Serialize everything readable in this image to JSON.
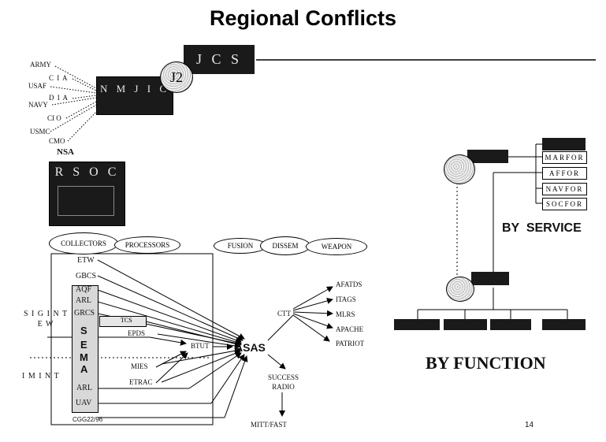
{
  "title": "Regional Conflicts",
  "jcs": "J C S",
  "j2": "J2",
  "nmjic": "N M J I C",
  "agencies": [
    "ARMY",
    "C I A",
    "USAF",
    "D I A",
    "NAVY",
    "CI O",
    "USMC",
    "CMO"
  ],
  "nsa": "NSA",
  "rsoc": "R S O C",
  "service_components": [
    "MARFOR",
    "AFFOR",
    "NAVFOR",
    "SOCFOR"
  ],
  "by_service": "BY  SERVICE",
  "by_function": "BY FUNCTION",
  "pipeline_ovals": [
    "COLLECTORS",
    "PROCESSORS",
    "FUSION",
    "DISSEM",
    "WEAPON"
  ],
  "disciplines": [
    "S I G I N T\nE W",
    "I M I N T"
  ],
  "collectors": [
    "ETW",
    "GBCS",
    "AQF",
    "ARL",
    "GRCS",
    "S",
    "E",
    "M",
    "A",
    "ARL",
    "UAV"
  ],
  "processors": [
    "TCS",
    "EPDS",
    "BTUT",
    "MIES",
    "ETRAC"
  ],
  "fusion": "ASAS",
  "dissem": [
    "CTT",
    "SUCCESS\nRADIO",
    "MITT/FAST"
  ],
  "weapons": [
    "AFATDS",
    "ITAGS",
    "MLRS",
    "APACHE",
    "PATRIOT"
  ],
  "date_code": "CGG22/96",
  "page_number": "14"
}
